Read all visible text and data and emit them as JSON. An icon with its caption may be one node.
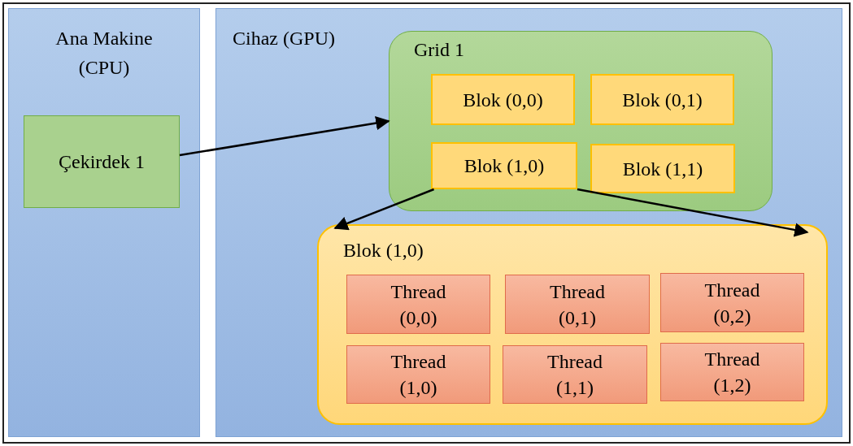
{
  "diagram": {
    "nodes": [
      {
        "text": [
          "Ana Makine (CPU)"
        ]
      },
      {
        "text": [
          "Çekirdek 1"
        ],
        "in": 0
      },
      {
        "text": [
          "Cihaz (GPU)"
        ]
      },
      {
        "text": [
          "Grid 1"
        ],
        "in": 2
      },
      {
        "text": [
          "Blok (0,0)"
        ],
        "in": 3
      },
      {
        "text": [
          "Blok (0,1)"
        ],
        "in": 3
      },
      {
        "text": [
          "Blok (1,0)"
        ],
        "in": 3
      },
      {
        "text": [
          "Blok (1,1)"
        ],
        "in": 3
      },
      {
        "text": [
          "Blok (1,0)"
        ],
        "in": 2
      },
      {
        "text": [
          "Thread (0,0)"
        ],
        "in": 8
      },
      {
        "text": [
          "Thread (0,1)"
        ],
        "in": 8
      },
      {
        "text": [
          "Thread (0,2)"
        ],
        "in": 8
      },
      {
        "text": [
          "Thread (1,0)"
        ],
        "in": 8
      },
      {
        "text": [
          "Thread (1,1)"
        ],
        "in": 8
      },
      {
        "text": [
          "Thread (1,2)"
        ],
        "in": 8
      }
    ],
    "edges": [
      {
        "from": 1,
        "to": 3,
        "arrow": "to"
      },
      {
        "from": 6,
        "to": 8,
        "arrow": "to"
      },
      {
        "from": 6,
        "to": 8,
        "arrow": "to"
      }
    ]
  }
}
